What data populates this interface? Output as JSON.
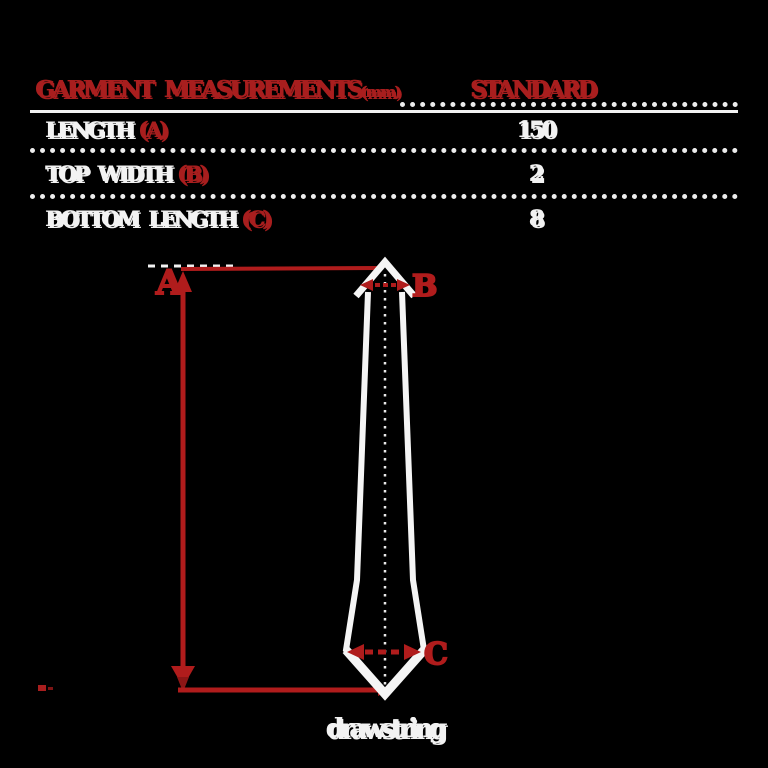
{
  "colors": {
    "background": "#000000",
    "table_red": "#a81e1e",
    "diagram_red": "#b01c1c",
    "white": "#f2f2f2"
  },
  "table": {
    "header": {
      "garment_title": "GARMENT MEASUREMENTS",
      "garment_unit": "(mm)",
      "standard": "STANDARD"
    },
    "rows": [
      {
        "label": "LENGTH",
        "code": "(A)",
        "value": "150"
      },
      {
        "label": "TOP WIDTH",
        "code": "(B)",
        "value": "2"
      },
      {
        "label": "BOTTOM LENGTH",
        "code": "(C)",
        "value": "8"
      }
    ]
  },
  "diagram": {
    "dimension_labels": {
      "length": "A",
      "top_width": "B",
      "bottom_width": "C"
    },
    "caption": "drawstring"
  }
}
